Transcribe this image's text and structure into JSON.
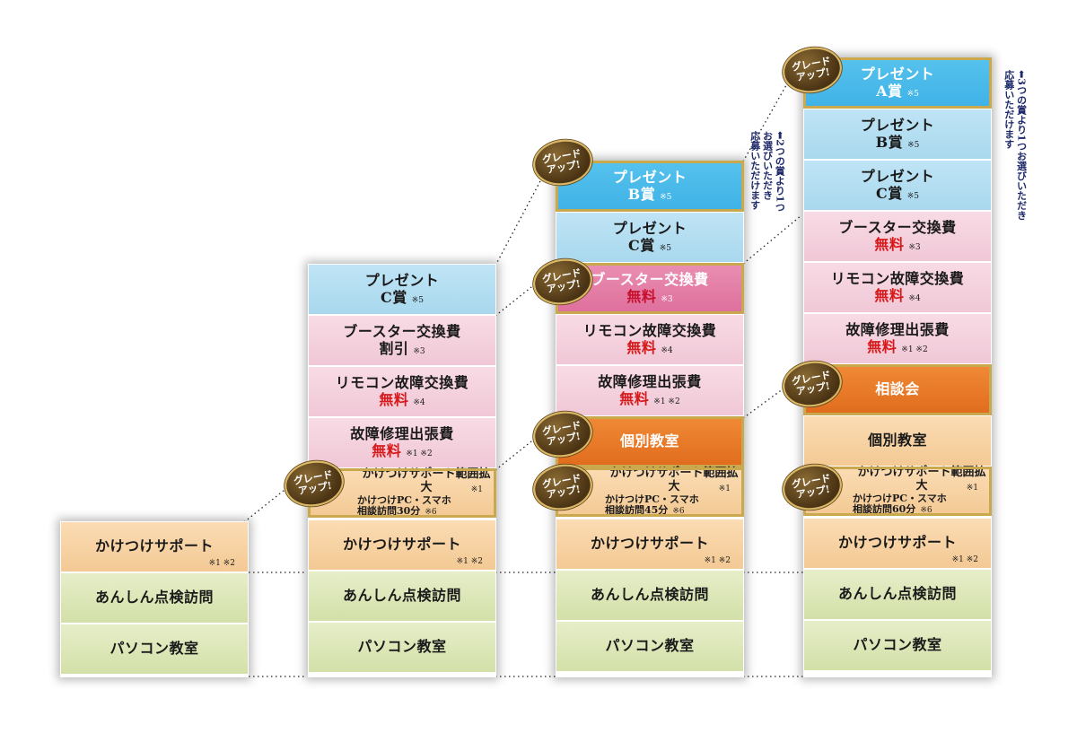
{
  "labels": {
    "present": "プレゼント",
    "prize_a": "A賞",
    "prize_b": "B賞",
    "prize_c": "C賞",
    "booster": "ブースター交換費",
    "remote": "リモコン故障交換費",
    "repair": "故障修理出張費",
    "free": "無料",
    "discount": "割引",
    "consult": "相談会",
    "individual": "個別教室",
    "support_ext": "かけつけサポート範囲拡大",
    "pc_phone": "かけつけPC・スマホ",
    "support": "かけつけサポート",
    "inspection": "あんしん点検訪問",
    "pc_class": "パソコン教室",
    "visit_30": "相談訪問30分",
    "visit_45": "相談訪問45分",
    "visit_60": "相談訪問60分"
  },
  "notes": {
    "n1": "※1",
    "n2": "※2",
    "n12": "※1 ※2",
    "n3": "※3",
    "n4": "※4",
    "n5": "※5",
    "n6": "※6"
  },
  "badge": {
    "line1": "グレード",
    "line2": "アップ!"
  },
  "side_notes": {
    "two_l1": "2つの賞より1つ",
    "two_l2": "お選びいただき",
    "two_l3": "応募いただけます",
    "three_l1": "3つの賞より1つお選びいただき",
    "three_l2": "応募いただけます"
  }
}
